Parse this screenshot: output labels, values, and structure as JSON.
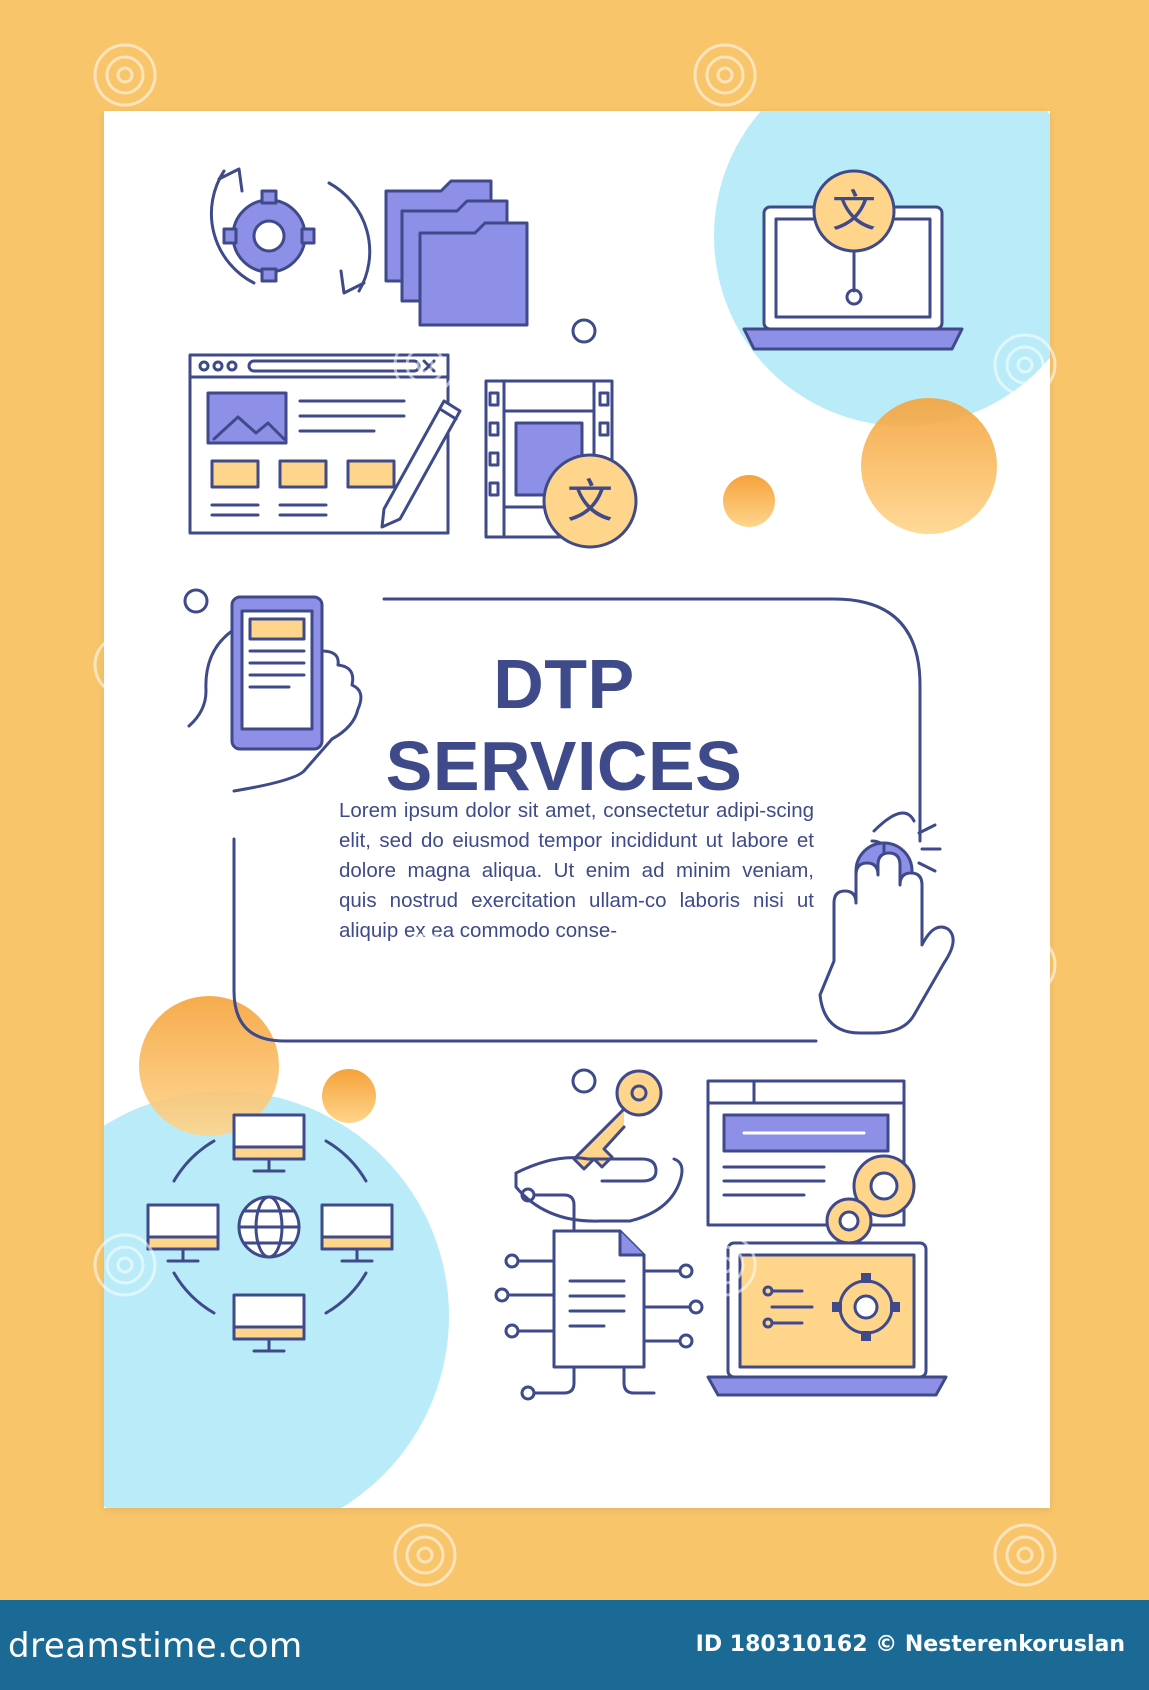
{
  "poster": {
    "title_line1": "DTP",
    "title_line2": "SERVICES",
    "body": "Lorem ipsum dolor sit amet, consectetur adipi-scing elit, sed do eiusmod tempor incididunt ut labore et dolore magna aliqua. Ut enim ad minim veniam, quis nostrud exercitation ullam-co laboris nisi ut aliquip ex ea commodo conse-",
    "translate_glyph": "文"
  },
  "footer": {
    "brand": "dreamstime.com",
    "id_label": "ID",
    "image_id": "180310162",
    "copyright_symbol": "©",
    "author": "Nesterenkoruslan"
  },
  "colors": {
    "background": "#f8c56b",
    "paper": "#ffffff",
    "ink": "#3f4a8a",
    "lavender": "#8e8fe6",
    "yellow": "#ffd58c",
    "sky": "#b9ecf8",
    "orange": "#f5a23a",
    "footer": "#1b6a96"
  },
  "icons": [
    "gear-refresh-icon",
    "folders-icon",
    "laptop-translate-icon",
    "web-layout-editor-icon",
    "pencil-icon",
    "film-translate-icon",
    "smartphone-hand-icon",
    "mouse-hand-icon",
    "key-hand-icon",
    "web-settings-icon",
    "network-globe-icon",
    "document-circuit-icon",
    "laptop-settings-icon",
    "watermark-icon"
  ]
}
